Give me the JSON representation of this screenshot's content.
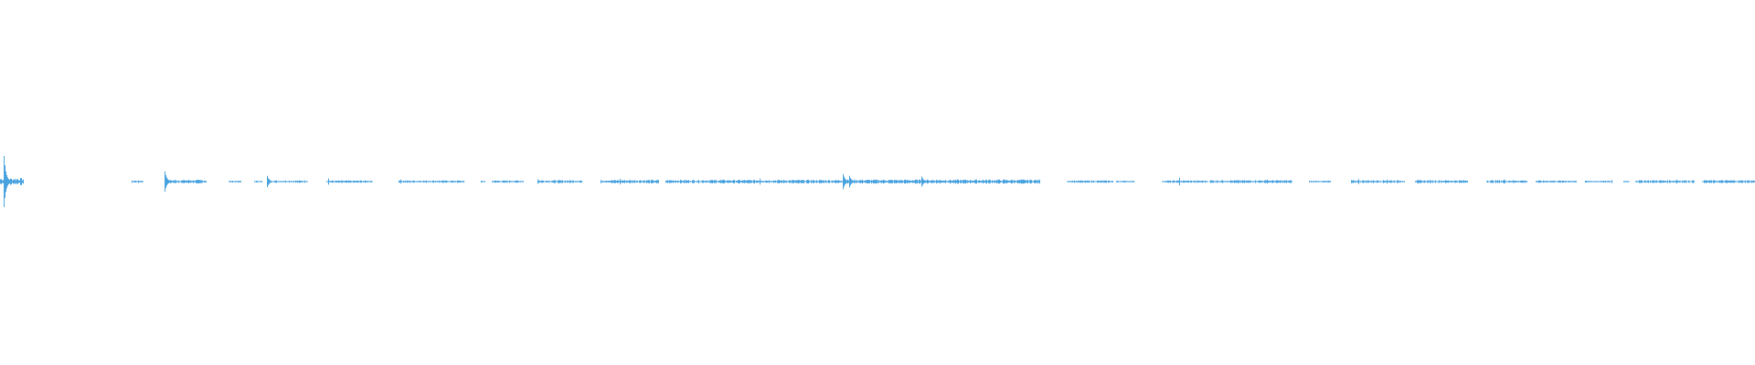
{
  "waveform": {
    "color": "#4aa3df",
    "segments": [
      {
        "start": 0.0,
        "end": 0.013,
        "level": 0.12,
        "peak": 1.0
      },
      {
        "start": 0.075,
        "end": 0.081,
        "level": 0.04,
        "peak": 0.08
      },
      {
        "start": 0.094,
        "end": 0.117,
        "level": 0.06,
        "peak": 0.4
      },
      {
        "start": 0.13,
        "end": 0.137,
        "level": 0.03,
        "peak": 0.08
      },
      {
        "start": 0.145,
        "end": 0.149,
        "level": 0.03,
        "peak": 0.06
      },
      {
        "start": 0.152,
        "end": 0.175,
        "level": 0.04,
        "peak": 0.22
      },
      {
        "start": 0.186,
        "end": 0.212,
        "level": 0.04,
        "peak": 0.12
      },
      {
        "start": 0.227,
        "end": 0.264,
        "level": 0.04,
        "peak": 0.09
      },
      {
        "start": 0.274,
        "end": 0.276,
        "level": 0.03,
        "peak": 0.05
      },
      {
        "start": 0.28,
        "end": 0.298,
        "level": 0.04,
        "peak": 0.08
      },
      {
        "start": 0.306,
        "end": 0.331,
        "level": 0.05,
        "peak": 0.09
      },
      {
        "start": 0.342,
        "end": 0.375,
        "level": 0.06,
        "peak": 0.1
      },
      {
        "start": 0.379,
        "end": 0.48,
        "level": 0.06,
        "peak": 0.14
      },
      {
        "start": 0.48,
        "end": 0.592,
        "level": 0.07,
        "peak": 0.3
      },
      {
        "start": 0.608,
        "end": 0.634,
        "level": 0.04,
        "peak": 0.08
      },
      {
        "start": 0.636,
        "end": 0.646,
        "level": 0.03,
        "peak": 0.06
      },
      {
        "start": 0.662,
        "end": 0.688,
        "level": 0.04,
        "peak": 0.15
      },
      {
        "start": 0.689,
        "end": 0.736,
        "level": 0.05,
        "peak": 0.1
      },
      {
        "start": 0.746,
        "end": 0.758,
        "level": 0.03,
        "peak": 0.06
      },
      {
        "start": 0.77,
        "end": 0.8,
        "level": 0.05,
        "peak": 0.1
      },
      {
        "start": 0.806,
        "end": 0.836,
        "level": 0.05,
        "peak": 0.09
      },
      {
        "start": 0.847,
        "end": 0.87,
        "level": 0.05,
        "peak": 0.09
      },
      {
        "start": 0.875,
        "end": 0.898,
        "level": 0.04,
        "peak": 0.08
      },
      {
        "start": 0.903,
        "end": 0.918,
        "level": 0.03,
        "peak": 0.06
      },
      {
        "start": 0.925,
        "end": 0.928,
        "level": 0.03,
        "peak": 0.05
      },
      {
        "start": 0.932,
        "end": 0.965,
        "level": 0.05,
        "peak": 0.1
      },
      {
        "start": 0.97,
        "end": 1.0,
        "level": 0.05,
        "peak": 0.09
      }
    ],
    "peaks": [
      {
        "pos": 0.002,
        "amp": 1.0
      },
      {
        "pos": 0.094,
        "amp": 0.4
      },
      {
        "pos": 0.152,
        "amp": 0.22
      },
      {
        "pos": 0.187,
        "amp": 0.12
      },
      {
        "pos": 0.228,
        "amp": 0.08
      },
      {
        "pos": 0.306,
        "amp": 0.09
      },
      {
        "pos": 0.353,
        "amp": 0.11
      },
      {
        "pos": 0.433,
        "amp": 0.12
      },
      {
        "pos": 0.48,
        "amp": 0.3
      },
      {
        "pos": 0.484,
        "amp": 0.22
      },
      {
        "pos": 0.525,
        "amp": 0.2
      },
      {
        "pos": 0.672,
        "amp": 0.15
      },
      {
        "pos": 0.722,
        "amp": 0.08
      },
      {
        "pos": 0.774,
        "amp": 0.1
      },
      {
        "pos": 0.79,
        "amp": 0.08
      },
      {
        "pos": 0.857,
        "amp": 0.08
      },
      {
        "pos": 0.918,
        "amp": 0.06
      },
      {
        "pos": 0.955,
        "amp": 0.08
      },
      {
        "pos": 0.972,
        "amp": 0.07
      }
    ]
  }
}
